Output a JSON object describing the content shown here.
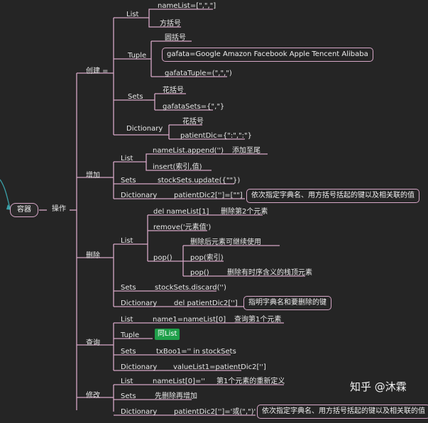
{
  "root": {
    "label": "容器"
  },
  "ops": {
    "label": "操作"
  },
  "create": {
    "label": "创建 =",
    "list": {
      "label": "List",
      "items": [
        "nameList=[\",\",\"]",
        "方括号"
      ]
    },
    "tuple": {
      "label": "Tuple",
      "items": [
        "圆括号",
        "gafata=Google Amazon Facebook Apple Tencent Alibaba",
        "gafataTuple=(\",\",\")"
      ]
    },
    "sets": {
      "label": "Sets",
      "items": [
        "花括号",
        "gafataSets={\",\"}"
      ]
    },
    "dict": {
      "label": "Dictionary",
      "items": [
        "花括号",
        "patientDic={\":\",\":\"}"
      ]
    }
  },
  "add": {
    "label": "增加",
    "list": {
      "label": "List",
      "items": [
        "nameList.append('')",
        "添加至尾",
        "insert(索引,值)"
      ]
    },
    "sets": {
      "label": "Sets",
      "value": "stockSets.update({\"\"})"
    },
    "dict": {
      "label": "Dictionary",
      "value": "patientDic2['']=[\"\"]",
      "note": "依次指定字典名、用方括号括起的键以及相关联的值"
    }
  },
  "del": {
    "label": "删除",
    "list": {
      "label": "List",
      "items": [
        "del nameList[1]",
        "删除第2个元素",
        "remove('元素值')",
        "删除后元素可继续使用",
        "pop()",
        "pop(索引)",
        "pop()",
        "删除有时序含义的栈顶元素"
      ]
    },
    "sets": {
      "label": "Sets",
      "value": "stockSets.discard('')"
    },
    "dict": {
      "label": "Dictionary",
      "value": "del patientDic2['']",
      "note": "指明字典名和要删除的键"
    }
  },
  "query": {
    "label": "查询",
    "list": {
      "label": "List",
      "value": "name1=nameList[0]",
      "note": "查询第1个元素"
    },
    "tuple": {
      "label": "Tuple",
      "value": "同List"
    },
    "sets": {
      "label": "Sets",
      "value": "txBoo1='' in stockSets"
    },
    "dict": {
      "label": "Dictionary",
      "value": "valueList1=patientDic2['']"
    }
  },
  "modify": {
    "label": "修改",
    "list": {
      "label": "List",
      "value": "nameList[0]=''",
      "note": "第1个元素的重新定义"
    },
    "sets": {
      "label": "Sets",
      "value": "先删除再增加"
    },
    "dict": {
      "label": "Dictionary",
      "value": "patientDic2['']='或(\",\")'",
      "note": "依次指定字典名、用方括号括起的键以及相关联的值"
    }
  },
  "watermark": "知乎 @沐霖",
  "colors": {
    "background": "#252525",
    "branch": "#d7a7c7",
    "arrow": "#3aa0a8",
    "highlight": "#1fa04a"
  }
}
